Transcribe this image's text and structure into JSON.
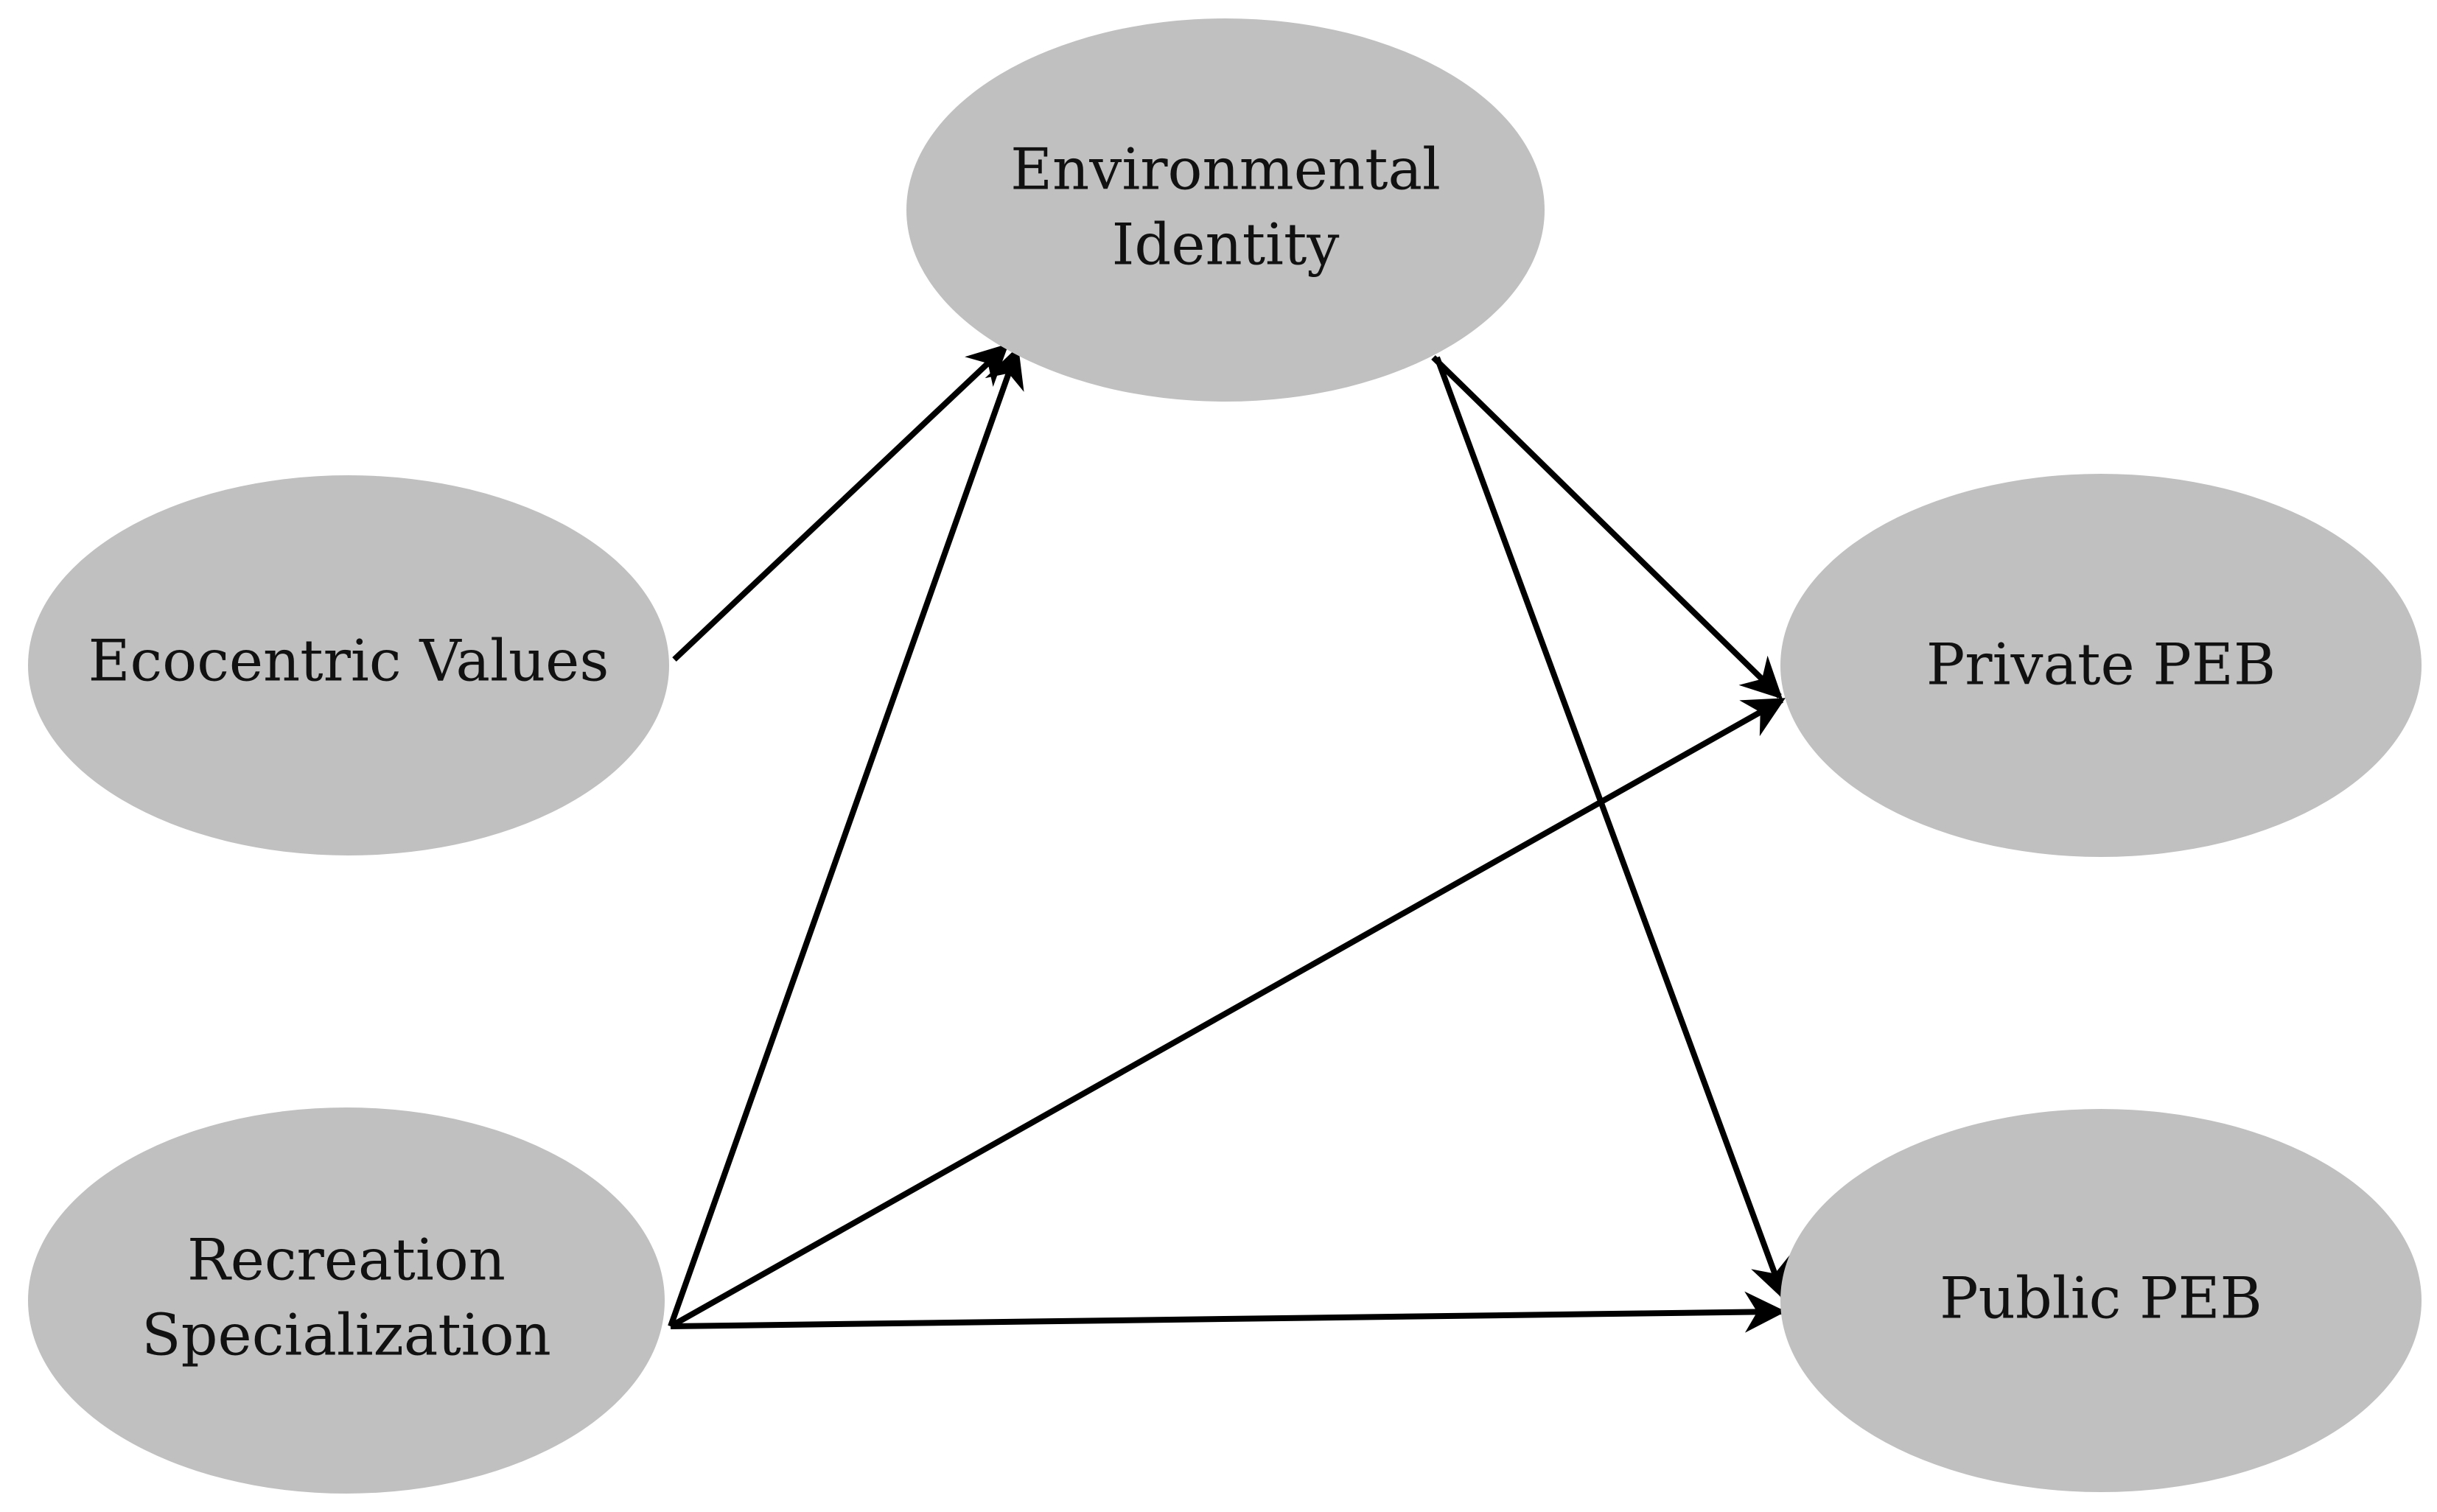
{
  "diagram": {
    "nodes": {
      "environmental_identity": {
        "lines": [
          "Environmental",
          "Identity"
        ]
      },
      "ecocentric_values": {
        "lines": [
          "Ecocentric Values"
        ]
      },
      "recreation_specialization": {
        "lines": [
          "Recreation",
          "Specialization"
        ]
      },
      "private_peb": {
        "lines": [
          "Private PEB"
        ]
      },
      "public_peb": {
        "lines": [
          "Public PEB"
        ]
      }
    },
    "edges": [
      {
        "from": "ecocentric_values",
        "to": "environmental_identity"
      },
      {
        "from": "recreation_specialization",
        "to": "environmental_identity"
      },
      {
        "from": "environmental_identity",
        "to": "private_peb"
      },
      {
        "from": "environmental_identity",
        "to": "public_peb"
      },
      {
        "from": "recreation_specialization",
        "to": "private_peb"
      },
      {
        "from": "recreation_specialization",
        "to": "public_peb"
      }
    ],
    "colors": {
      "node_fill": "#c0c0c0",
      "edge": "#000000",
      "text": "#111111",
      "background": "#ffffff"
    }
  }
}
